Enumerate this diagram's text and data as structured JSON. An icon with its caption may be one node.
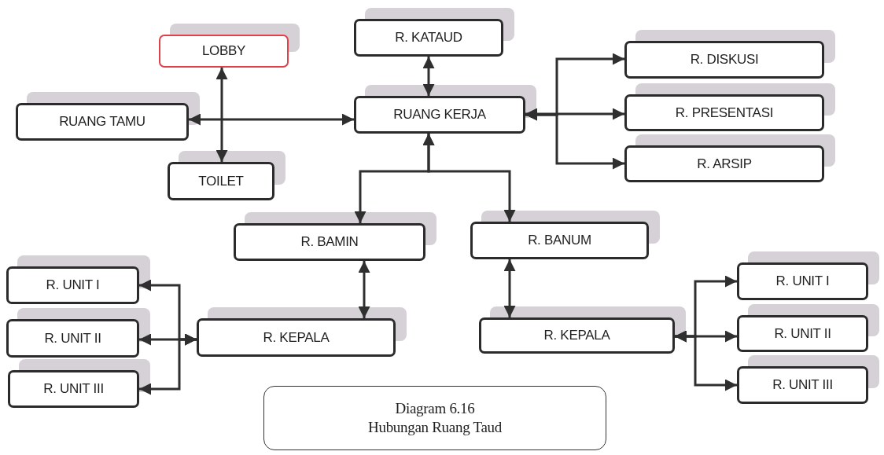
{
  "diagram": {
    "nodes": [
      {
        "text": [
          "LOBBY"
        ]
      },
      {
        "text": [
          "R. KATAUD"
        ]
      },
      {
        "text": [
          "RUANG TAMU"
        ]
      },
      {
        "text": [
          "RUANG KERJA"
        ]
      },
      {
        "text": [
          "R. DISKUSI"
        ]
      },
      {
        "text": [
          "R. PRESENTASI"
        ]
      },
      {
        "text": [
          "R. ARSIP"
        ]
      },
      {
        "text": [
          "TOILET"
        ]
      },
      {
        "text": [
          "R. BAMIN"
        ]
      },
      {
        "text": [
          "R. BANUM"
        ]
      },
      {
        "text": [
          "R. UNIT I"
        ]
      },
      {
        "text": [
          "R. UNIT II"
        ]
      },
      {
        "text": [
          "R. KEPALA"
        ]
      },
      {
        "text": [
          "R. KEPALA"
        ]
      },
      {
        "text": [
          "R. UNIT I"
        ]
      },
      {
        "text": [
          "R. UNIT II"
        ]
      },
      {
        "text": [
          "R. UNIT III"
        ]
      },
      {
        "text": [
          "R. UNIT III"
        ]
      },
      {
        "text": [
          "Diagram 6.16",
          "Hubungan Ruang Taud"
        ]
      }
    ],
    "edges": [
      {
        "from": 0,
        "to": 7,
        "arrow": "both"
      },
      {
        "from": 2,
        "to": 3,
        "arrow": "both"
      },
      {
        "from": 1,
        "to": 3,
        "arrow": "both"
      },
      {
        "from": 3,
        "to": 4,
        "arrow": "both"
      },
      {
        "from": 3,
        "to": 5,
        "arrow": "both"
      },
      {
        "from": 3,
        "to": 6,
        "arrow": "both"
      },
      {
        "from": 3,
        "to": 8,
        "arrow": "both"
      },
      {
        "from": 3,
        "to": 9,
        "arrow": "both"
      },
      {
        "from": 8,
        "to": 12,
        "arrow": "both"
      },
      {
        "from": 9,
        "to": 13,
        "arrow": "both"
      },
      {
        "from": 12,
        "to": 10,
        "arrow": "both"
      },
      {
        "from": 12,
        "to": 11,
        "arrow": "both"
      },
      {
        "from": 12,
        "to": 16,
        "arrow": "both"
      },
      {
        "from": 13,
        "to": 14,
        "arrow": "both"
      },
      {
        "from": 13,
        "to": 15,
        "arrow": "both"
      },
      {
        "from": 13,
        "to": 17,
        "arrow": "both"
      }
    ]
  }
}
